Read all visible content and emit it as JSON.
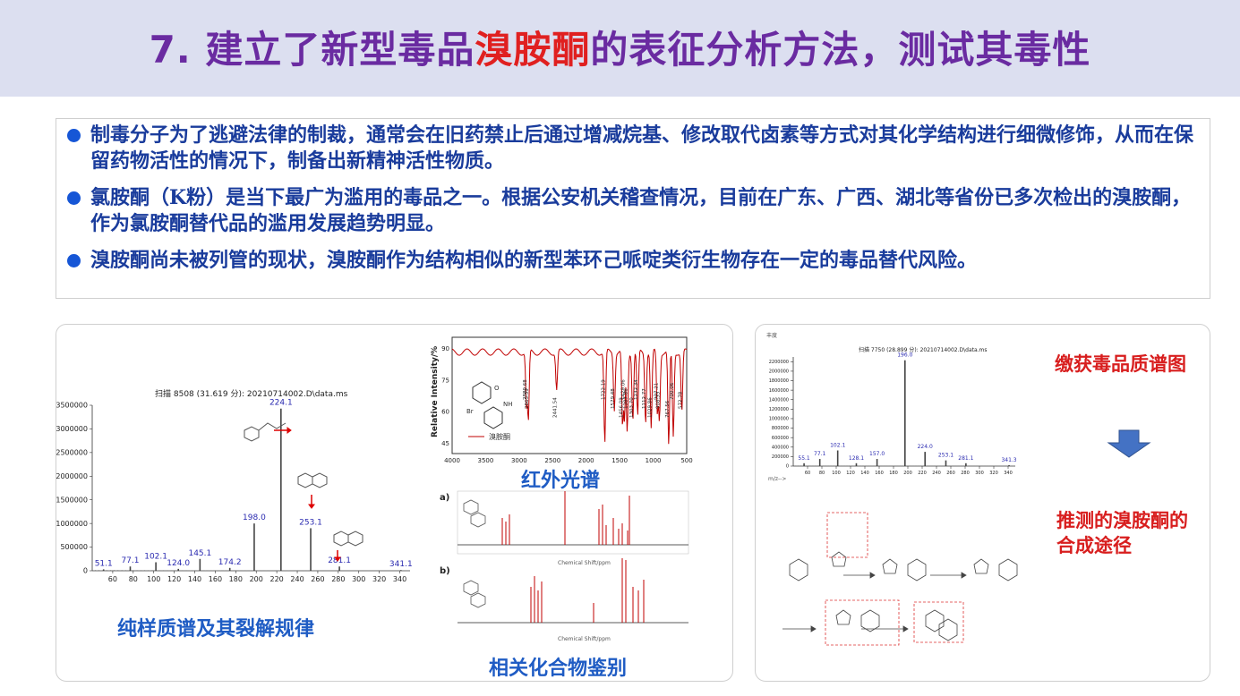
{
  "title": {
    "prefix": "7. 建立了新型毒品",
    "highlight": "溴胺酮",
    "suffix": "的表征分析方法，测试其毒性"
  },
  "bullets": [
    "制毒分子为了逃避法律的制裁，通常会在旧药禁止后通过增减烷基、修改取代卤素等方式对其化学结构进行细微修饰，从而在保留药物活性的情况下，制备出新精神活性物质。",
    "氯胺酮（K粉）是当下最广为滥用的毒品之一。根据公安机关稽查情况，目前在广东、广西、湖北等省份已多次检出的溴胺酮，作为氯胺酮替代品的滥用发展趋势明显。",
    "溴胺酮尚未被列管的现状，溴胺酮作为结构相似的新型苯环己哌啶类衍生物存在一定的毒品替代风险。"
  ],
  "left_panel": {
    "ms_header": "扫描 8508 (31.619 分): 20210714002.D\\data.ms",
    "ms_caption": "纯样质谱及其裂解规律",
    "ir_caption": "红外光谱",
    "ir_ylabel": "Relative Intensity/%",
    "ir_legend": "溴胺酮",
    "nmr_caption": "相关化合物鉴别",
    "nmr_a": "a)",
    "nmr_b": "b)",
    "nmr_xlabel": "Chemical Shift/ppm"
  },
  "right_panel": {
    "cap1": "缴获毒品质谱图",
    "cap2_line1": "推测的溴胺酮的",
    "cap2_line2": "合成途径",
    "ms_header": "扫描 7750 (28.899 分): 20210714002.D\\data.ms",
    "abundance_label": "丰度",
    "mz_label": "m/z-->"
  },
  "chart_data": [
    {
      "type": "bar",
      "title": "扫描 8508 (31.619 分): 20210714002.D\\data.ms",
      "x": [
        51.1,
        77.1,
        102.1,
        124.0,
        145.1,
        174.2,
        198.0,
        224.1,
        253.1,
        281.1,
        341.1
      ],
      "values": [
        30000,
        90000,
        180000,
        40000,
        250000,
        60000,
        1000000,
        3430000,
        900000,
        90000,
        15000
      ],
      "labels": [
        "51.1",
        "77.1",
        "102.1",
        "124.0",
        "145.1",
        "174.2",
        "198.0",
        "224.1",
        "253.1",
        "281.1",
        "341.1"
      ],
      "xticks": [
        60,
        80,
        100,
        120,
        140,
        160,
        180,
        200,
        220,
        240,
        260,
        280,
        300,
        320,
        340
      ],
      "yticks": [
        0,
        500000,
        1000000,
        1500000,
        2000000,
        2500000,
        3000000,
        3500000
      ],
      "xlim": [
        40,
        350
      ],
      "ylim": [
        0,
        3500000
      ]
    },
    {
      "type": "line",
      "title": "红外光谱",
      "ylabel": "Relative Intensity/%",
      "xticks": [
        4000,
        3500,
        3000,
        2500,
        2000,
        1500,
        1000,
        500
      ],
      "yticks": [
        45,
        60,
        75,
        90
      ],
      "xlim": [
        4000,
        500
      ],
      "ylim": [
        40,
        95
      ],
      "peaks": [
        "2889.68",
        "2863.39",
        "2441.54",
        "1722.19",
        "1579.48",
        "1456.09",
        "1429.06",
        "1387.86",
        "1303.70",
        "1232.34",
        "1112.77",
        "1029.86",
        "937.21",
        "908.33",
        "767.56",
        "700.06",
        "572.78"
      ]
    },
    {
      "type": "bar",
      "title": "扫描 7750 (28.899 分): 20210714002.D\\data.ms",
      "x": [
        55.1,
        77.1,
        102.1,
        128.1,
        157.0,
        196.0,
        224.0,
        253.1,
        281.1,
        341.3
      ],
      "values": [
        60000,
        150000,
        330000,
        60000,
        150000,
        2230000,
        300000,
        120000,
        60000,
        20000
      ],
      "labels": [
        "55.1",
        "77.1",
        "102.1",
        "128.1",
        "157.0",
        "196.0",
        "224.0",
        "253.1",
        "281.1",
        "341.3"
      ],
      "xticks": [
        60,
        80,
        100,
        120,
        140,
        160,
        180,
        200,
        220,
        240,
        260,
        280,
        300,
        320,
        340
      ],
      "yticks": [
        0,
        200000,
        400000,
        600000,
        800000,
        1000000,
        1200000,
        1400000,
        1600000,
        1800000,
        2000000,
        2200000
      ],
      "xlim": [
        40,
        350
      ],
      "ylim": [
        0,
        2300000
      ]
    }
  ],
  "colors": {
    "title": "#6a2ba1",
    "highlight": "#e02020",
    "bullet_text": "#1a3c9c",
    "caption": "#1f5cc4",
    "red_caption": "#d81e1e",
    "arrow": "#4472c4"
  }
}
